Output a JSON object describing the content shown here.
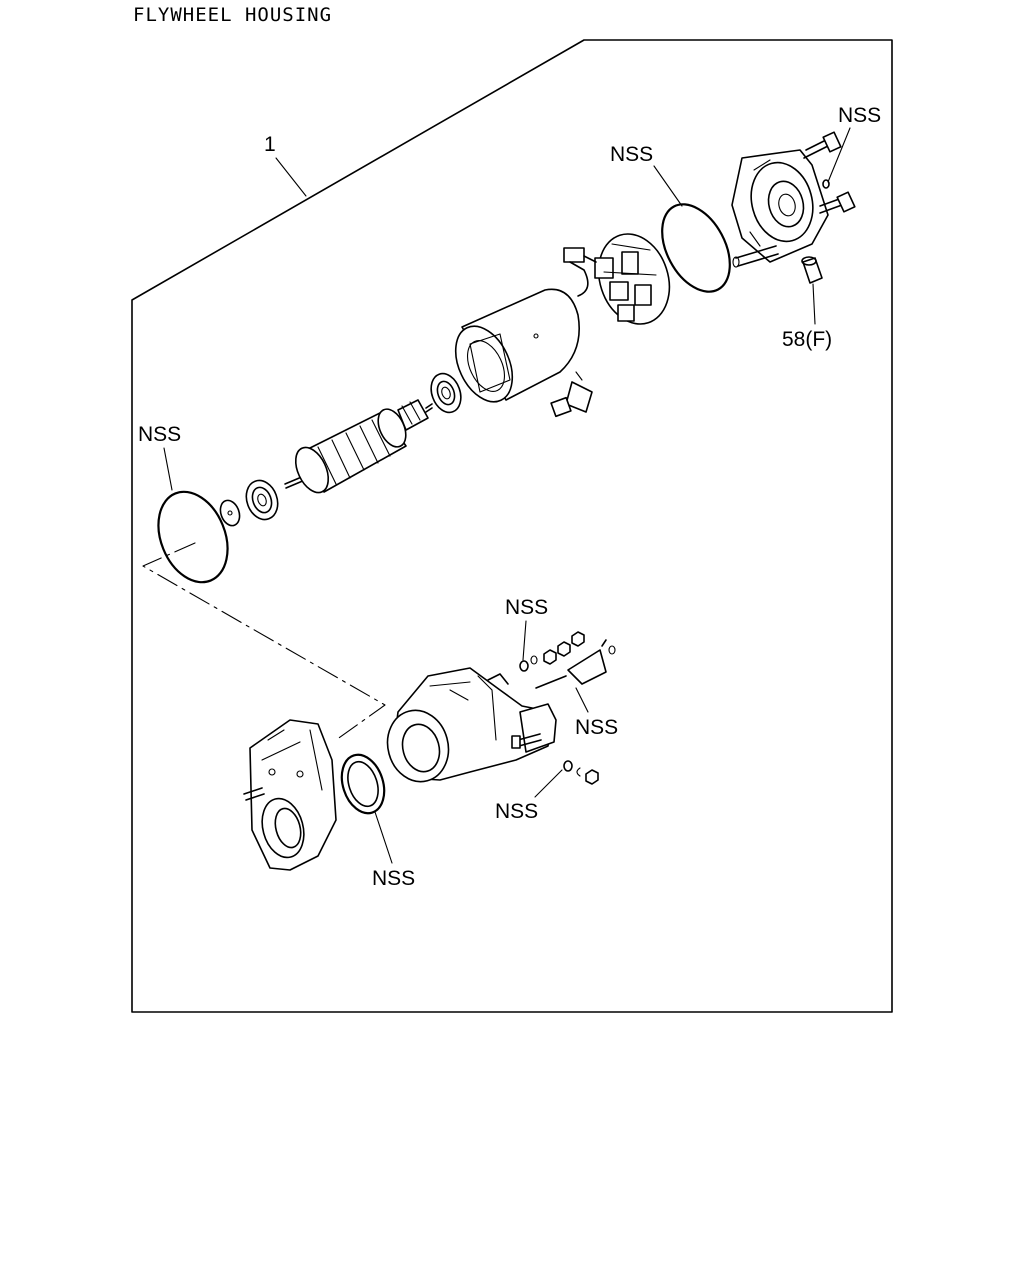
{
  "header": {
    "title": "FLYWHEEL HOUSING"
  },
  "diagram": {
    "callouts": {
      "assembly": "1",
      "bolt_washer": "NSS",
      "rear_oring": "NSS",
      "plug": "58(F)",
      "front_oring": "NSS",
      "switch_washer_top": "NSS",
      "switch_terminal": "NSS",
      "switch_washer_bottom": "NSS",
      "housing_seal": "NSS"
    }
  }
}
